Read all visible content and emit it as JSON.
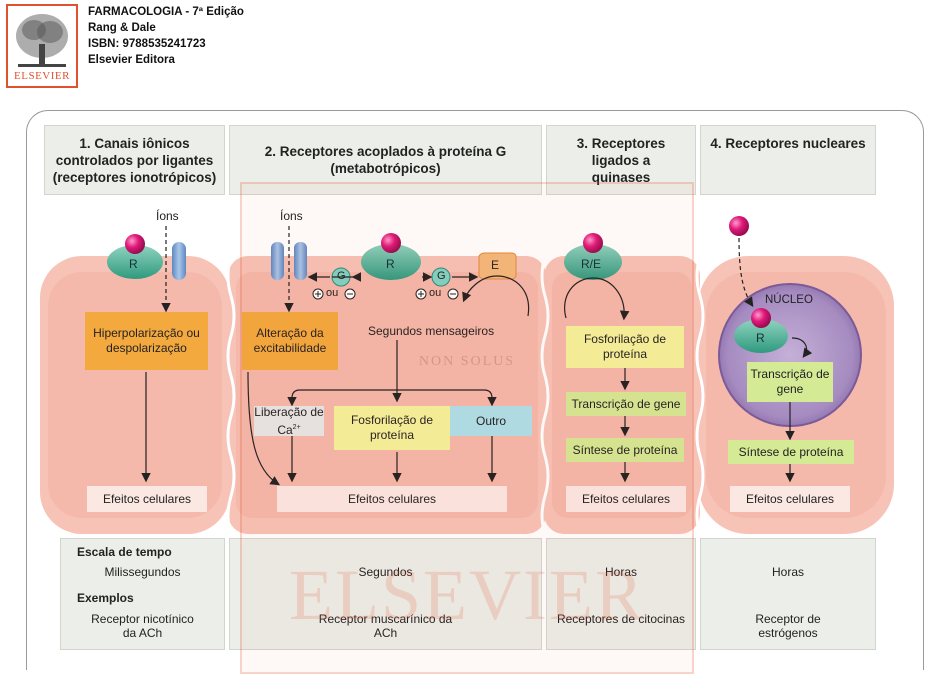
{
  "book": {
    "title": "FARMACOLOGIA - 7ª Edição",
    "authors": "Rang & Dale",
    "isbn": "ISBN: 9788535241723",
    "publisher": "Elsevier Editora"
  },
  "logo": {
    "text": "ELSEVIER"
  },
  "watermark": {
    "motto": "NON SOLUS",
    "brand": "ELSEVIER"
  },
  "columns": [
    {
      "title": "1. Canais iônicos controlados por ligantes (receptores ionotrópicos)"
    },
    {
      "title": "2. Receptores acoplados à proteína G (metabotrópicos)"
    },
    {
      "title": "3. Receptores ligados a quinases"
    },
    {
      "title": "4. Receptores nucleares"
    }
  ],
  "diagram": {
    "ions1": "Íons",
    "ions2": "Íons",
    "receptor": "R",
    "receptor_kinase": "R/E",
    "g_protein": "G",
    "effector": "E",
    "modulation_left": "ou",
    "modulation_right": "ou",
    "hyperpolarization": "Hiperpolarização ou despolarização",
    "excitability": "Alteração da excitabilidade",
    "second_messengers": "Segundos mensageiros",
    "calcium_release": "Liberação de Ca",
    "calcium_superscript": "2+",
    "protein_phosphorylation_2": "Fosforilação de proteína",
    "other": "Outro",
    "protein_phosphorylation_3": "Fosforilação de proteína",
    "gene_transcription_3": "Transcrição de gene",
    "protein_synthesis_3": "Síntese de proteína",
    "nucleus": "NÚCLEO",
    "gene_transcription_4": "Transcrição de gene",
    "protein_synthesis_4": "Síntese de proteína",
    "cellular_effects": [
      "Efeitos celulares",
      "Efeitos celulares",
      "Efeitos celulares",
      "Efeitos celulares"
    ]
  },
  "table": {
    "time_scale_label": "Escala de tempo",
    "examples_label": "Exemplos",
    "time_scales": [
      "Milissegundos",
      "Segundos",
      "Horas",
      "Horas"
    ],
    "examples": [
      "Receptor nicotínico da ACh",
      "Receptor muscarínico da ACh",
      "Receptores de citocinas",
      "Receptor de estrógenos"
    ]
  },
  "colors": {
    "cell": "#f7c3b6",
    "cell_border": "#fbd9d1",
    "receptor": "#4fb59a",
    "ligand": "#e0197a",
    "channel": "#7ea7d6",
    "nucleus": "#9a7bb4",
    "orange": "#f4a93e",
    "yellow": "#f4f29a",
    "green": "#d5ea95",
    "blue": "#aee0ea"
  }
}
